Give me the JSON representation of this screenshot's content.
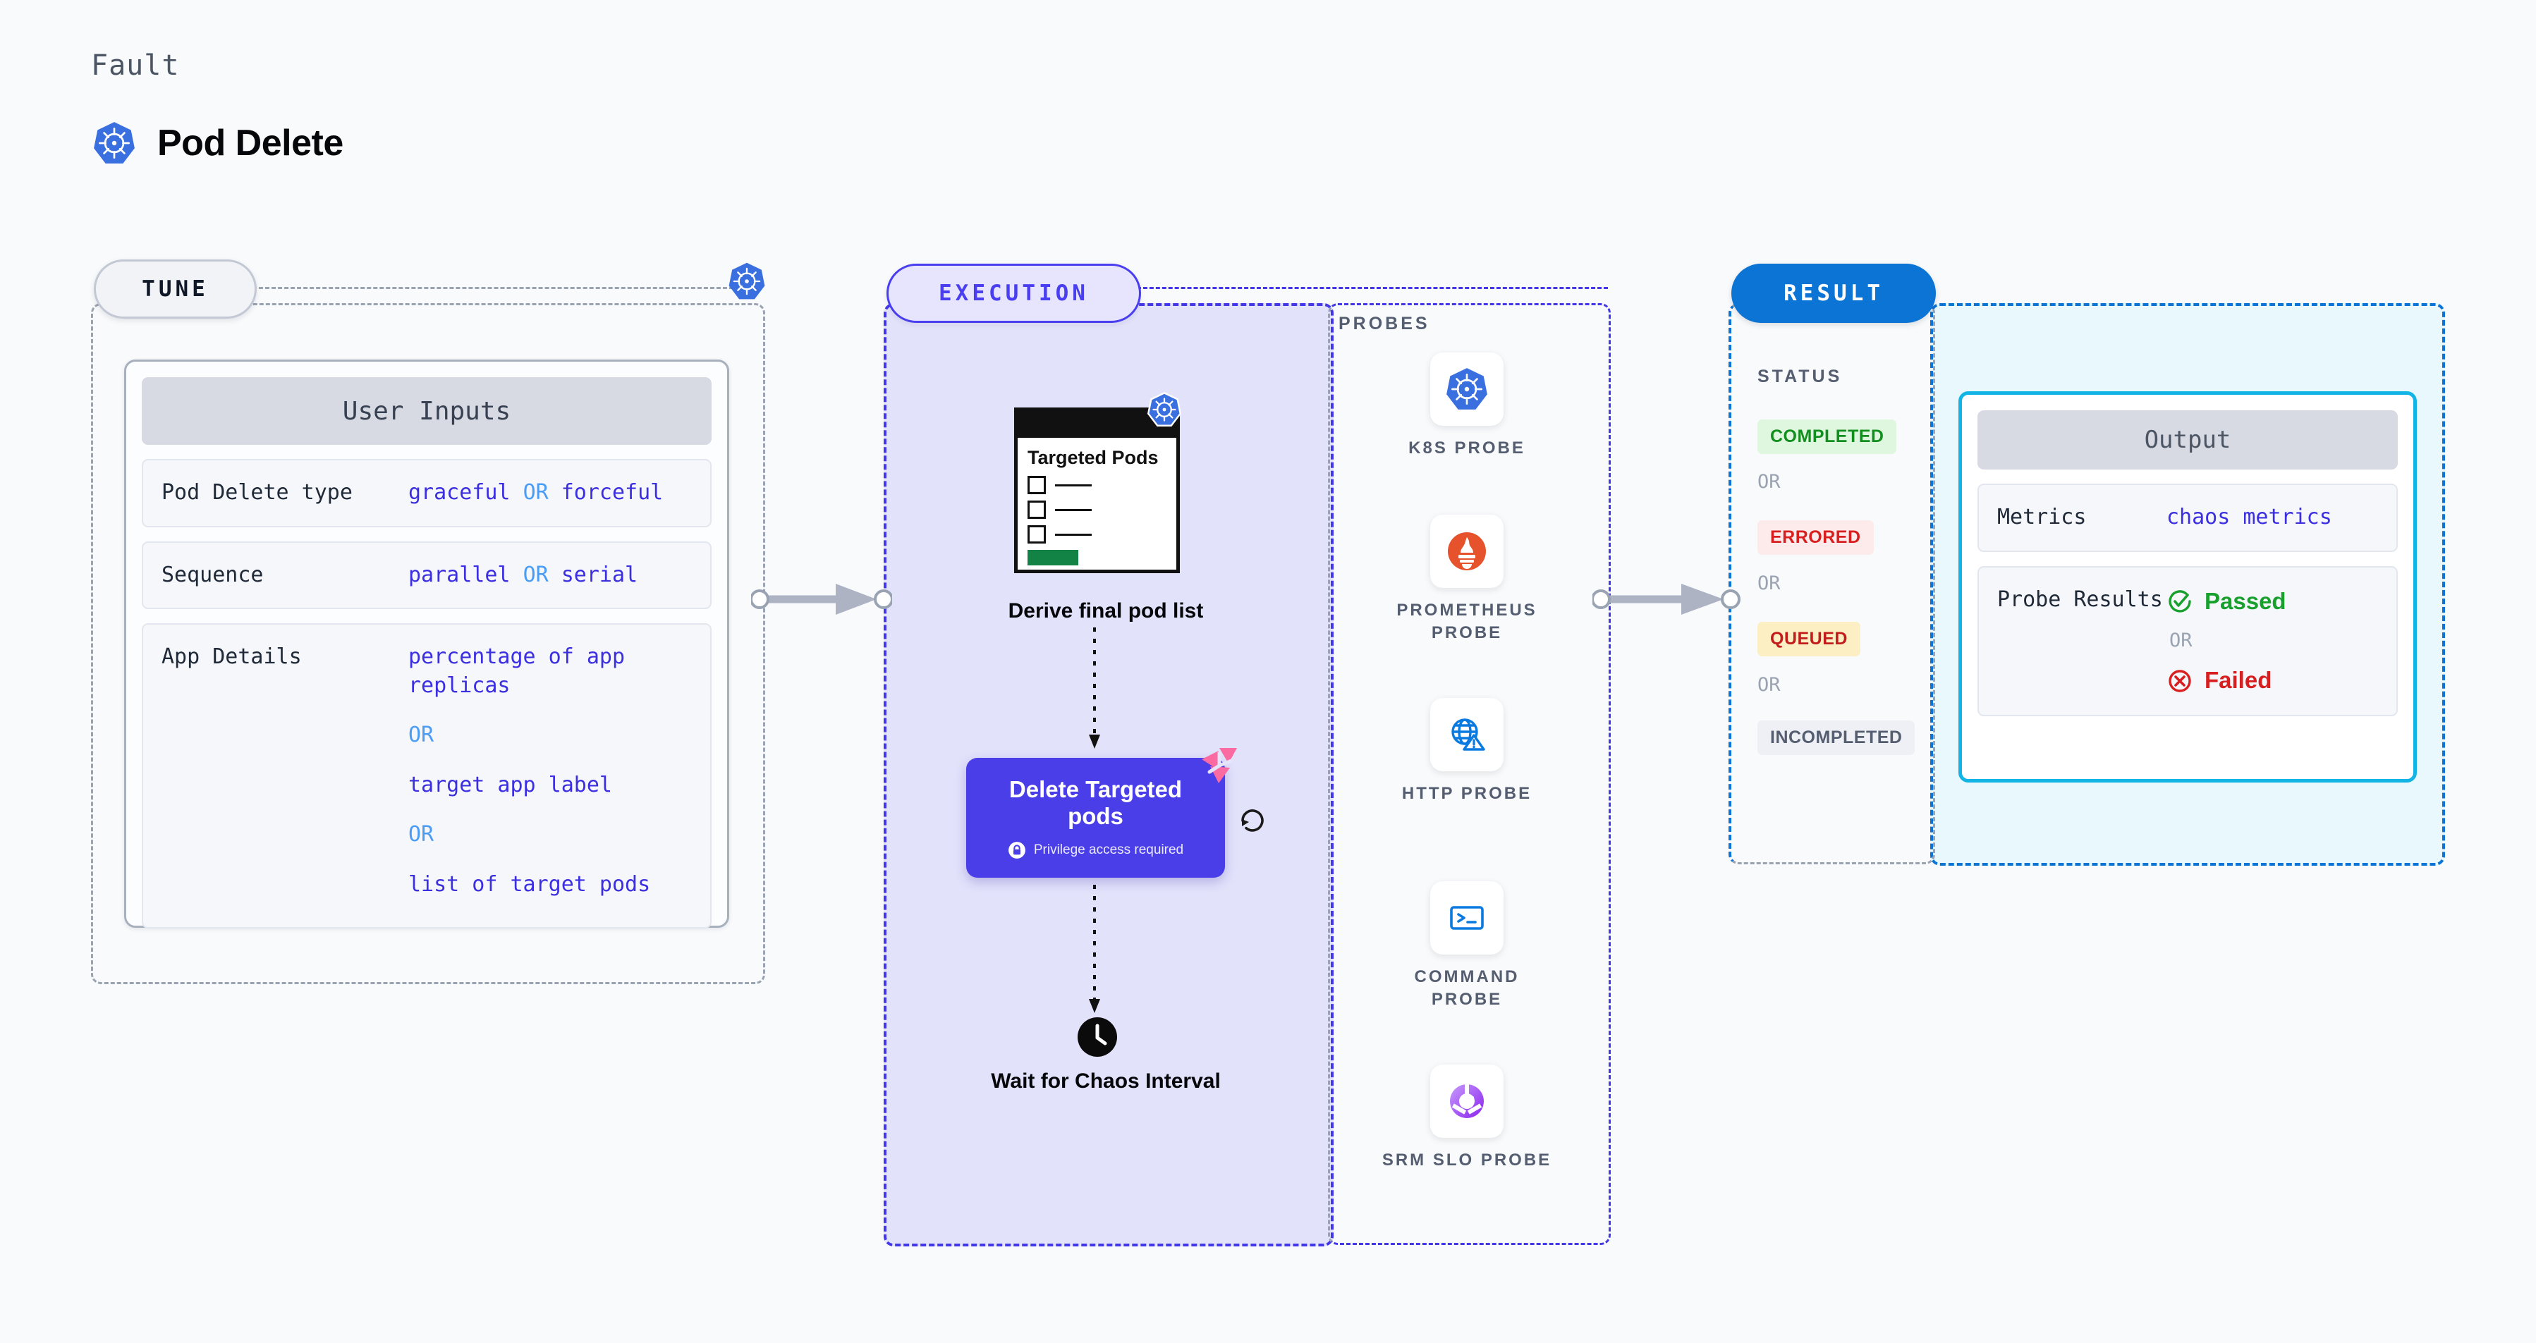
{
  "header": {
    "eyebrow": "Fault",
    "title": "Pod Delete",
    "icon": "kubernetes-icon"
  },
  "tune": {
    "pill_label": "TUNE",
    "badge_icon": "kubernetes-icon",
    "card": {
      "title": "User Inputs",
      "rows": [
        {
          "key": "Pod Delete type",
          "values": [
            "graceful",
            "forceful"
          ],
          "separator": "OR"
        },
        {
          "key": "Sequence",
          "values": [
            "parallel",
            "serial"
          ],
          "separator": "OR"
        },
        {
          "key": "App Details",
          "values": [
            "percentage of app replicas",
            "target app label",
            "list of target pods"
          ],
          "separator": "OR"
        }
      ]
    }
  },
  "execution": {
    "pill_label": "EXECUTION",
    "targeted_pods": {
      "heading": "Targeted Pods",
      "badge_icon": "kubernetes-icon",
      "rows": 3,
      "button_color": "#128245"
    },
    "derive_label": "Derive final pod list",
    "delete_node": {
      "title": "Delete Targeted pods",
      "privilege_note": "Privilege access required",
      "lock_icon": "lock-icon",
      "badge_icon": "chaos-pinwheel-icon",
      "retry_icon": "retry-icon",
      "color": "#4a3ee8"
    },
    "wait_node": {
      "icon": "clock-icon",
      "label": "Wait for Chaos Interval"
    }
  },
  "probes": {
    "title": "PROBES",
    "items": [
      {
        "label": "K8S PROBE",
        "icon": "kubernetes-icon"
      },
      {
        "label": "PROMETHEUS PROBE",
        "icon": "prometheus-icon"
      },
      {
        "label": "HTTP PROBE",
        "icon": "globe-warning-icon"
      },
      {
        "label": "COMMAND PROBE",
        "icon": "terminal-icon"
      },
      {
        "label": "SRM SLO PROBE",
        "icon": "srm-slo-icon"
      }
    ]
  },
  "result": {
    "pill_label": "RESULT",
    "status_title": "STATUS",
    "separator": "OR",
    "statuses": [
      {
        "label": "COMPLETED",
        "text_color": "#128f1e",
        "bg_color": "#dff6df"
      },
      {
        "label": "ERRORED",
        "text_color": "#d81f1f",
        "bg_color": "#fdeaea"
      },
      {
        "label": "QUEUED",
        "text_color": "#c21c1c",
        "bg_color": "#fcefc3"
      },
      {
        "label": "INCOMPLETED",
        "text_color": "#555e70",
        "bg_color": "#eef0f5"
      }
    ],
    "output_card": {
      "title": "Output",
      "metrics_key": "Metrics",
      "metrics_value": "chaos metrics",
      "probe_results_key": "Probe Results",
      "passed_label": "Passed",
      "failed_label": "Failed",
      "separator": "OR",
      "passed_icon": "check-circle-icon",
      "failed_icon": "x-circle-icon"
    }
  },
  "colors": {
    "background": "#f8fafc",
    "tune_border": "#9aa3b2",
    "execution_border": "#4338e8",
    "execution_fill": "#e3e2fb",
    "result_border": "#0b74d4",
    "result_fill": "#e8f8fd",
    "accent_purple": "#3b2fe0",
    "accent_blue": "#4b9cf5"
  }
}
